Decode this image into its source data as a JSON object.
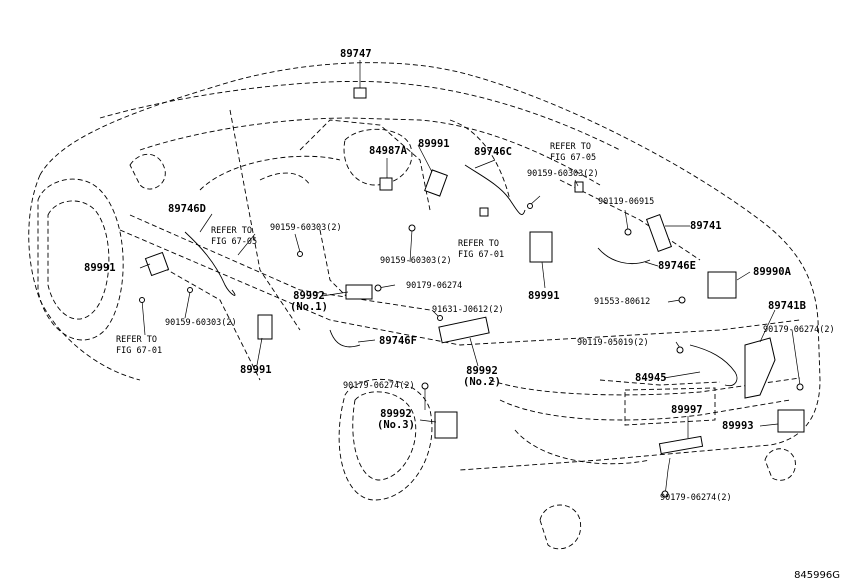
{
  "figure_code": "845996G",
  "labels": [
    {
      "id": "89747",
      "text": "89747",
      "kind": "part"
    },
    {
      "id": "84987A",
      "text": "84987A",
      "kind": "part"
    },
    {
      "id": "89991-top",
      "text": "89991",
      "kind": "part"
    },
    {
      "id": "89746C",
      "text": "89746C",
      "kind": "part"
    },
    {
      "id": "refer-fig67-05-top",
      "text": "REFER TO\nFIG 67-05",
      "kind": "ref"
    },
    {
      "id": "90159-60303-2-a",
      "text": "90159-60303(2)",
      "kind": "code"
    },
    {
      "id": "90119-06915",
      "text": "90119-06915",
      "kind": "code"
    },
    {
      "id": "89741",
      "text": "89741",
      "kind": "part"
    },
    {
      "id": "89746D",
      "text": "89746D",
      "kind": "part"
    },
    {
      "id": "refer-fig67-05-left",
      "text": "REFER TO\nFIG 67-05",
      "kind": "ref"
    },
    {
      "id": "90159-60303-2-b",
      "text": "90159-60303(2)",
      "kind": "code"
    },
    {
      "id": "refer-fig67-01-mid",
      "text": "REFER TO\nFIG 67-01",
      "kind": "ref"
    },
    {
      "id": "89991-left",
      "text": "89991",
      "kind": "part"
    },
    {
      "id": "90159-60303-2-c",
      "text": "90159-60303(2)",
      "kind": "code"
    },
    {
      "id": "89746E",
      "text": "89746E",
      "kind": "part"
    },
    {
      "id": "89990A",
      "text": "89990A",
      "kind": "part"
    },
    {
      "id": "90179-06274",
      "text": "90179-06274",
      "kind": "code"
    },
    {
      "id": "89992-no1",
      "text": "89992\n(No.1)",
      "kind": "partsub"
    },
    {
      "id": "89991-mid",
      "text": "89991",
      "kind": "part"
    },
    {
      "id": "91553-80612",
      "text": "91553-80612",
      "kind": "code"
    },
    {
      "id": "90159-60303-2-d",
      "text": "90159-60303(2)",
      "kind": "code"
    },
    {
      "id": "91631-J0612-2",
      "text": "91631-J0612(2)",
      "kind": "code"
    },
    {
      "id": "89741B",
      "text": "89741B",
      "kind": "part"
    },
    {
      "id": "90179-06274-2-a",
      "text": "90179-06274(2)",
      "kind": "code"
    },
    {
      "id": "refer-fig67-01-left",
      "text": "REFER TO\nFIG 67-01",
      "kind": "ref"
    },
    {
      "id": "89746F",
      "text": "89746F",
      "kind": "part"
    },
    {
      "id": "90119-05019-2",
      "text": "90119-05019(2)",
      "kind": "code"
    },
    {
      "id": "89991-bottom",
      "text": "89991",
      "kind": "part"
    },
    {
      "id": "89992-no2",
      "text": "89992\n(No.2)",
      "kind": "partsub"
    },
    {
      "id": "84945",
      "text": "84945",
      "kind": "part"
    },
    {
      "id": "90179-06274-2-b",
      "text": "90179-06274(2)",
      "kind": "code"
    },
    {
      "id": "89997",
      "text": "89997",
      "kind": "part"
    },
    {
      "id": "89992-no3",
      "text": "89992\n(No.3)",
      "kind": "partsub"
    },
    {
      "id": "89993",
      "text": "89993",
      "kind": "part"
    },
    {
      "id": "90179-06274-2-c",
      "text": "90179-06274(2)",
      "kind": "code"
    }
  ]
}
